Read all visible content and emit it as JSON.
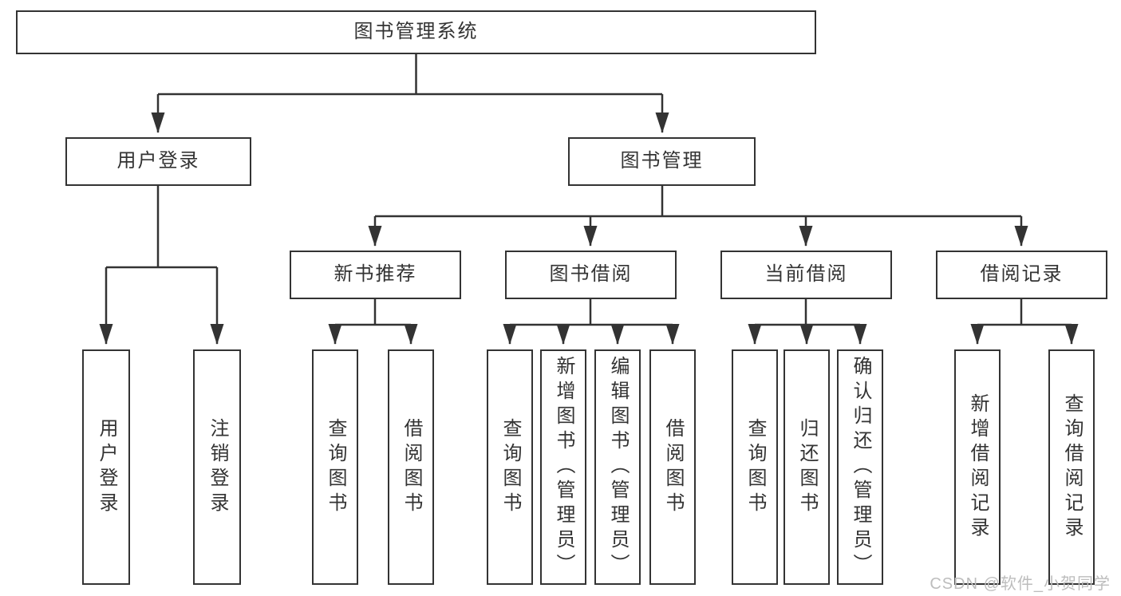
{
  "diagram_title": "图书管理系统",
  "watermark": "CSDN @软件_小贺同学",
  "colors": {
    "line": "#333333",
    "box_border": "#333333",
    "text": "#333333",
    "watermark": "#bdbdbd",
    "background": "#ffffff"
  },
  "tree": {
    "root": "图书管理系统",
    "branches": [
      {
        "label": "用户登录",
        "children": [
          "用户登录",
          "注销登录"
        ]
      },
      {
        "label": "图书管理",
        "groups": [
          {
            "label": "新书推荐",
            "children": [
              "查询图书",
              "借阅图书"
            ]
          },
          {
            "label": "图书借阅",
            "children": [
              "查询图书",
              "新增图书（管理员）",
              "编辑图书（管理员）",
              "借阅图书"
            ]
          },
          {
            "label": "当前借阅",
            "children": [
              "查询图书",
              "归还图书",
              "确认归还（管理员）"
            ]
          },
          {
            "label": "借阅记录",
            "children": [
              "新增借阅记录",
              "查询借阅记录"
            ]
          }
        ]
      }
    ]
  }
}
